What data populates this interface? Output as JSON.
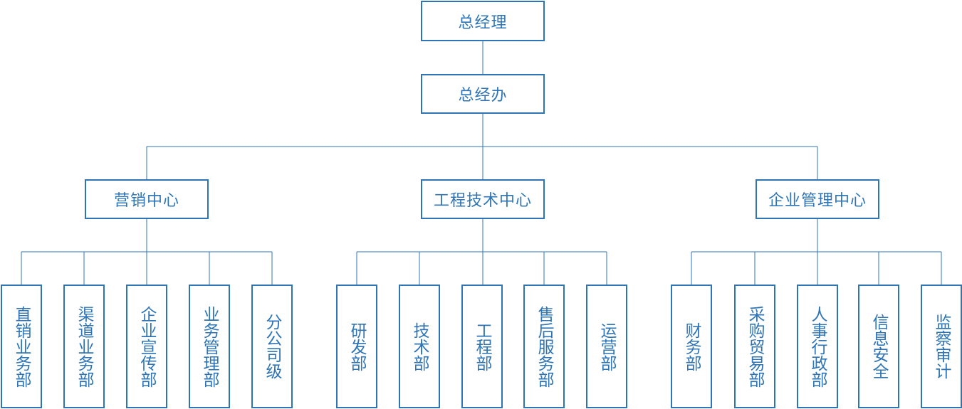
{
  "colors": {
    "accent": "#2f75b5",
    "background": "#ffffff"
  },
  "top": {
    "title": "总经理"
  },
  "office": {
    "title": "总经办"
  },
  "centers": [
    {
      "title": "营销中心",
      "departments": [
        "直销业务部",
        "渠道业务部",
        "企业宣传部",
        "业务管理部",
        "分公司级"
      ]
    },
    {
      "title": "工程技术中心",
      "departments": [
        "研发部",
        "技术部",
        "工程部",
        "售后服务部",
        "运营部"
      ]
    },
    {
      "title": "企业管理中心",
      "departments": [
        "财务部",
        "采购贸易部",
        "人事行政部",
        "信息安全",
        "监察审计"
      ]
    }
  ]
}
